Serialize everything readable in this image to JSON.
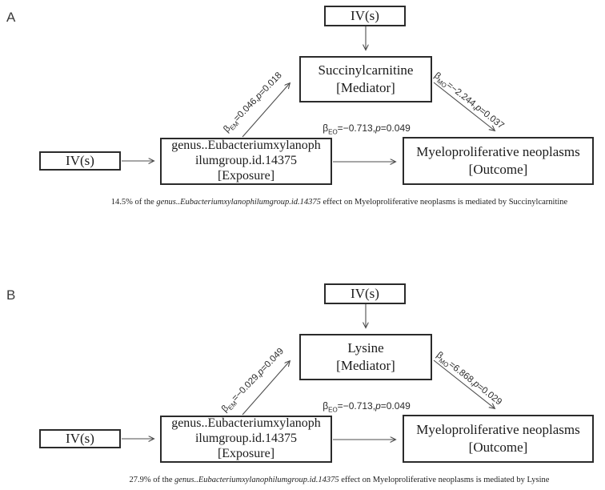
{
  "colors": {
    "background": "#ffffff",
    "box_border": "#2b2b2b",
    "arrow": "#4d4d4d",
    "text": "#1b1b1b"
  },
  "panels": [
    {
      "label": "A",
      "iv_top_label": "IV(s)",
      "iv_left_label": "IV(s)",
      "mediator": {
        "name": "Succinylcarnitine",
        "role": "[Mediator]"
      },
      "exposure": {
        "line1": "genus..Eubacteriumxylanoph",
        "line2": "ilumgroup.id.14375",
        "role": "[Exposure]"
      },
      "outcome": {
        "name": "Myeloproliferative neoplasms",
        "role": "[Outcome]"
      },
      "edge_em": {
        "beta": "β",
        "sub": "EM",
        "eq": "=0.046,",
        "p": "p",
        "pv": "=0.018"
      },
      "edge_mo": {
        "beta": "β",
        "sub": "MO",
        "eq": "=−2.244,",
        "p": "p",
        "pv": "=0.037"
      },
      "edge_eo": {
        "beta": "β",
        "sub": "EO",
        "eq": "=−0.713,",
        "p": "p",
        "pv": "=0.049"
      },
      "caption": {
        "pre": "14.5% of the ",
        "italic": "genus..Eubacteriumxylanophilumgroup.id.14375",
        "post": " effect on Myeloproliferative neoplasms is mediated by Succinylcarnitine"
      }
    },
    {
      "label": "B",
      "iv_top_label": "IV(s)",
      "iv_left_label": "IV(s)",
      "mediator": {
        "name": "Lysine",
        "role": "[Mediator]"
      },
      "exposure": {
        "line1": "genus..Eubacteriumxylanoph",
        "line2": "ilumgroup.id.14375",
        "role": "[Exposure]"
      },
      "outcome": {
        "name": "Myeloproliferative neoplasms",
        "role": "[Outcome]"
      },
      "edge_em": {
        "beta": "β",
        "sub": "EM",
        "eq": "=−0.029,",
        "p": "p",
        "pv": "=0.049"
      },
      "edge_mo": {
        "beta": "β",
        "sub": "MO",
        "eq": "=6.868,",
        "p": "p",
        "pv": "=0.029"
      },
      "edge_eo": {
        "beta": "β",
        "sub": "EO",
        "eq": "=−0.713,",
        "p": "p",
        "pv": "=0.049"
      },
      "caption": {
        "pre": "27.9% of the ",
        "italic": "genus..Eubacteriumxylanophilumgroup.id.14375",
        "post": " effect on Myeloproliferative neoplasms is mediated by Lysine"
      }
    }
  ]
}
